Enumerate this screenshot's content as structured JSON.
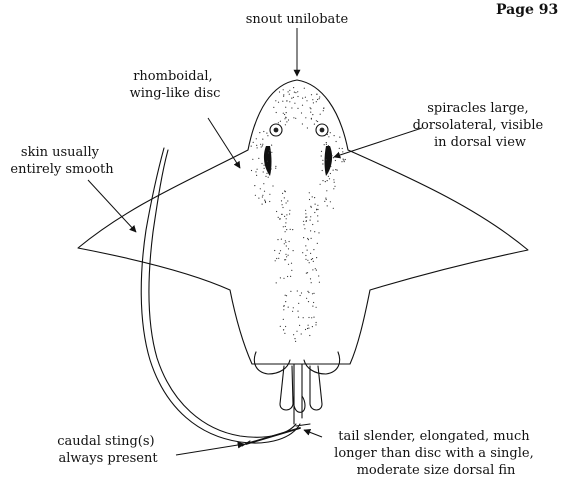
{
  "page_label": "Page 93",
  "labels": {
    "snout": "snout unilobate",
    "disc": [
      "rhomboidal,",
      "wing-like disc"
    ],
    "skin": [
      "skin usually",
      "entirely smooth"
    ],
    "spiracles": [
      "spiracles large,",
      "dorsolateral, visible",
      "in dorsal view"
    ],
    "sting": [
      "caudal sting(s)",
      "always present"
    ],
    "tail": [
      "tail slender, elongated, much",
      "longer than disc with a single,",
      "moderate size dorsal fin"
    ]
  }
}
